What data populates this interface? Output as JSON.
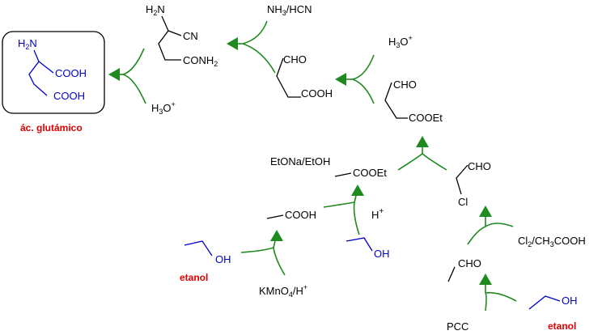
{
  "product": {
    "amine": "H2N",
    "acid1": "COOH",
    "acid2": "COOH",
    "name": "ác. glutámico"
  },
  "aminonitrile": {
    "amine": "H2N",
    "nitrile": "CN",
    "amide": "CONH2"
  },
  "aldehyde_acid": {
    "aldehyde": "CHO",
    "acid": "COOH"
  },
  "aldehyde_ester": {
    "aldehyde": "CHO",
    "ester": "COOEt"
  },
  "ethyl_acetate": {
    "ester": "COOEt"
  },
  "acetic_acid": {
    "acid": "COOH"
  },
  "chloroacetaldehyde": {
    "aldehyde": "CHO",
    "halogen": "Cl"
  },
  "acetaldehyde": {
    "aldehyde": "CHO"
  },
  "ethanol_1": {
    "hydroxyl": "OH",
    "name": "etanol"
  },
  "ethanol_2": {
    "hydroxyl": "OH"
  },
  "ethanol_3": {
    "hydroxyl": "OH",
    "name": "etanol"
  },
  "reagents": {
    "hydrolysis_1": "H3O+",
    "strecker": "NH3/HCN",
    "hydrolysis_2": "H3O+",
    "condensation": "EtONa/EtOH",
    "esterification": "H+",
    "oxidation_acid": "KMnO4/H+",
    "chlorination": "Cl2/CH3COOH",
    "oxidation_pcc": "PCC"
  },
  "colors": {
    "arrow": "#1f8a1f",
    "highlight_structure": "#0000cc",
    "name_label": "#e00000"
  }
}
